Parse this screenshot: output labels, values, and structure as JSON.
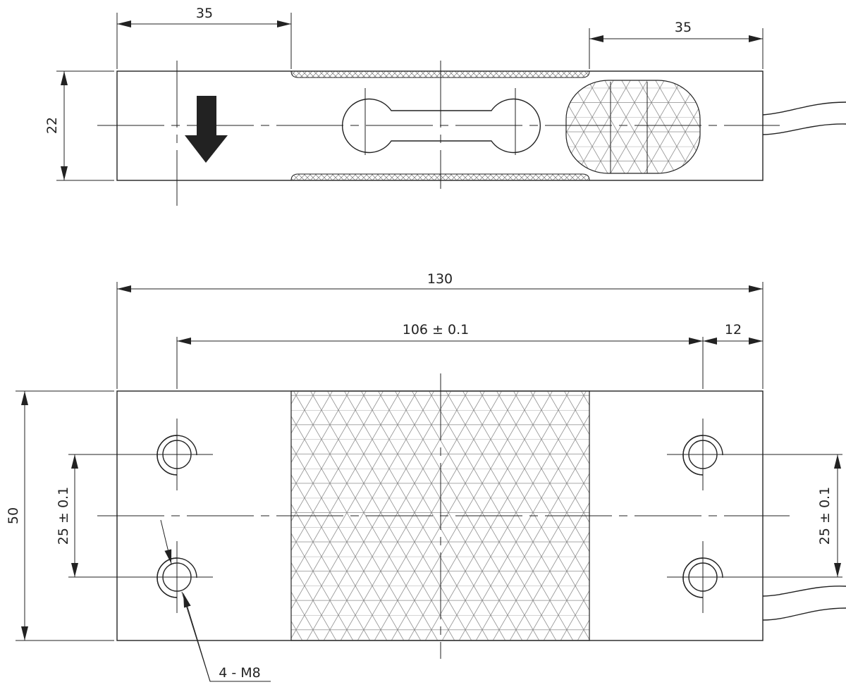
{
  "top_view": {
    "dim_left_width": "35",
    "dim_right_width": "35",
    "dim_height": "22"
  },
  "bottom_view": {
    "dim_overall_length": "130",
    "dim_hole_spacing": "106 ± 0.1",
    "dim_end_offset": "12",
    "dim_height": "50",
    "dim_left_hole_pitch": "25 ± 0.1",
    "dim_right_hole_pitch": "25 ± 0.1",
    "thread_callout": "4 - M8"
  },
  "colors": {
    "line": "#222222",
    "hatch": "#777777",
    "arrow_fill": "#222222"
  },
  "icons": {
    "load_direction": "down-arrow-icon"
  }
}
